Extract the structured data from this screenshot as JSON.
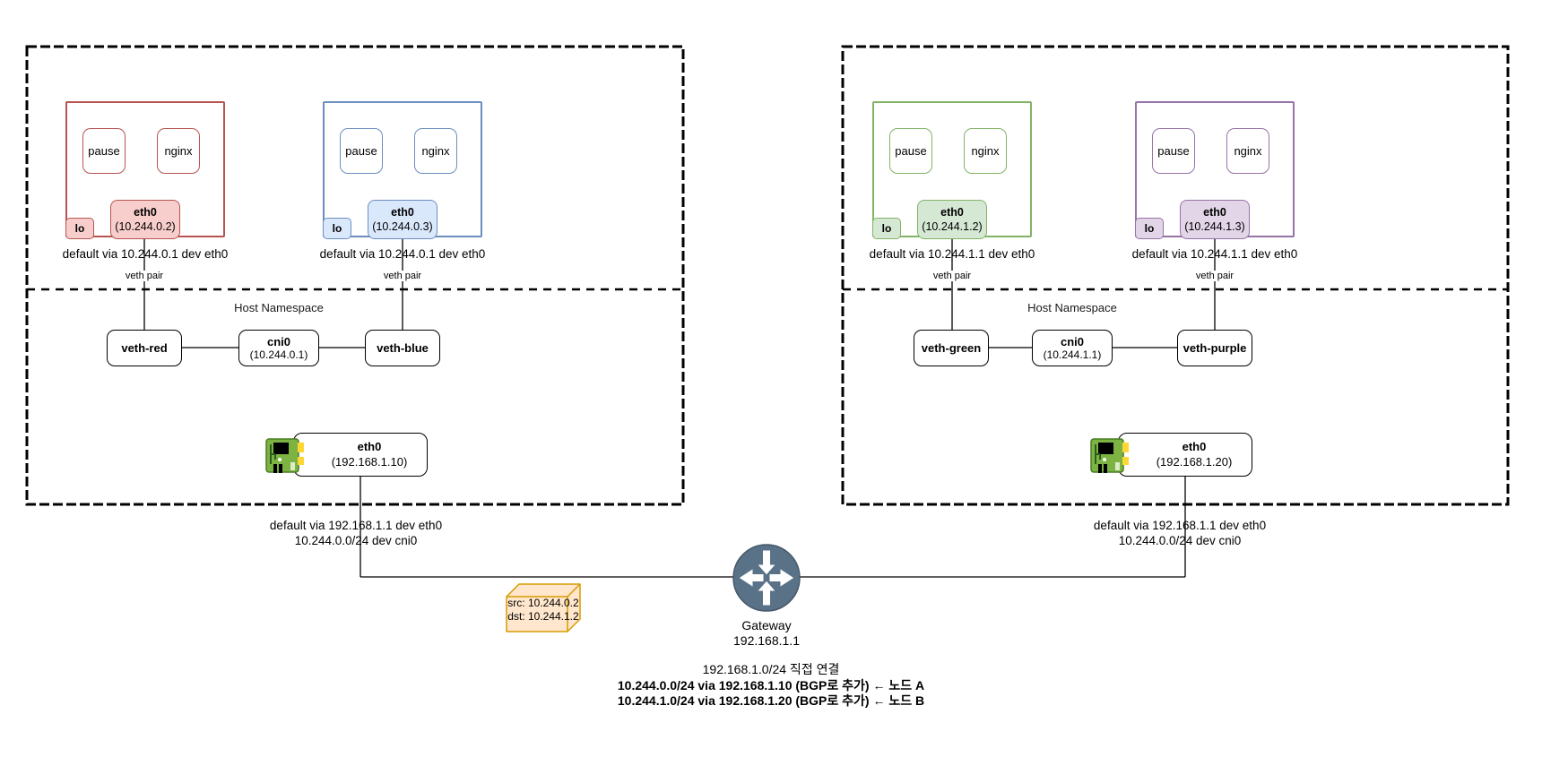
{
  "colors": {
    "pod_red_border": "#B85450",
    "pod_red_fill": "#F8CECC",
    "pod_blue_border": "#6C8EBF",
    "pod_blue_fill": "#DAE8FC",
    "pod_green_border": "#82B366",
    "pod_green_fill": "#D5E8D4",
    "pod_purple_border": "#9673A6",
    "pod_purple_fill": "#E1D5E7",
    "packet_border": "#D79B00",
    "packet_fill": "#FFE6CC",
    "gateway_fill": "#5A7287",
    "nic_board_green": "#7CB342",
    "node_boundary": "#000000"
  },
  "nodes": [
    {
      "host_namespace_label": "Host Namespace",
      "pods": [
        {
          "containers": [
            "pause",
            "nginx"
          ],
          "lo_label": "lo",
          "iface_label": "eth0",
          "iface_ip": "(10.244.0.2)",
          "route": "default via 10.244.0.1 dev eth0",
          "veth_pair_label": "veth pair"
        },
        {
          "containers": [
            "pause",
            "nginx"
          ],
          "lo_label": "lo",
          "iface_label": "eth0",
          "iface_ip": "(10.244.0.3)",
          "route": "default via 10.244.0.1 dev eth0",
          "veth_pair_label": "veth pair"
        }
      ],
      "veth_left": "veth-red",
      "bridge_label": "cni0",
      "bridge_ip": "(10.244.0.1)",
      "veth_right": "veth-blue",
      "nic_iface": "eth0",
      "nic_ip": "(192.168.1.10)",
      "routes": [
        "default via 192.168.1.1 dev eth0",
        "10.244.0.0/24 dev cni0"
      ]
    },
    {
      "host_namespace_label": "Host Namespace",
      "pods": [
        {
          "containers": [
            "pause",
            "nginx"
          ],
          "lo_label": "lo",
          "iface_label": "eth0",
          "iface_ip": "(10.244.1.2)",
          "route": "default via 10.244.1.1 dev eth0",
          "veth_pair_label": "veth pair"
        },
        {
          "containers": [
            "pause",
            "nginx"
          ],
          "lo_label": "lo",
          "iface_label": "eth0",
          "iface_ip": "(10.244.1.3)",
          "route": "default via 10.244.1.1 dev eth0",
          "veth_pair_label": "veth pair"
        }
      ],
      "veth_left": "veth-green",
      "bridge_label": "cni0",
      "bridge_ip": "(10.244.1.1)",
      "veth_right": "veth-purple",
      "nic_iface": "eth0",
      "nic_ip": "(192.168.1.20)",
      "routes": [
        "default via 192.168.1.1 dev eth0",
        "10.244.0.0/24 dev cni0"
      ]
    }
  ],
  "gateway": {
    "label": "Gateway",
    "ip": "192.168.1.1"
  },
  "packet": {
    "src": "src: 10.244.0.2",
    "dst": "dst: 10.244.1.2"
  },
  "routing_table": {
    "line1": "192.168.1.0/24 직접 연결",
    "line2": "10.244.0.0/24 via 192.168.1.10 (BGP로 추가) ← 노드 A",
    "line3": "10.244.1.0/24 via 192.168.1.20 (BGP로 추가) ← 노드 B"
  }
}
